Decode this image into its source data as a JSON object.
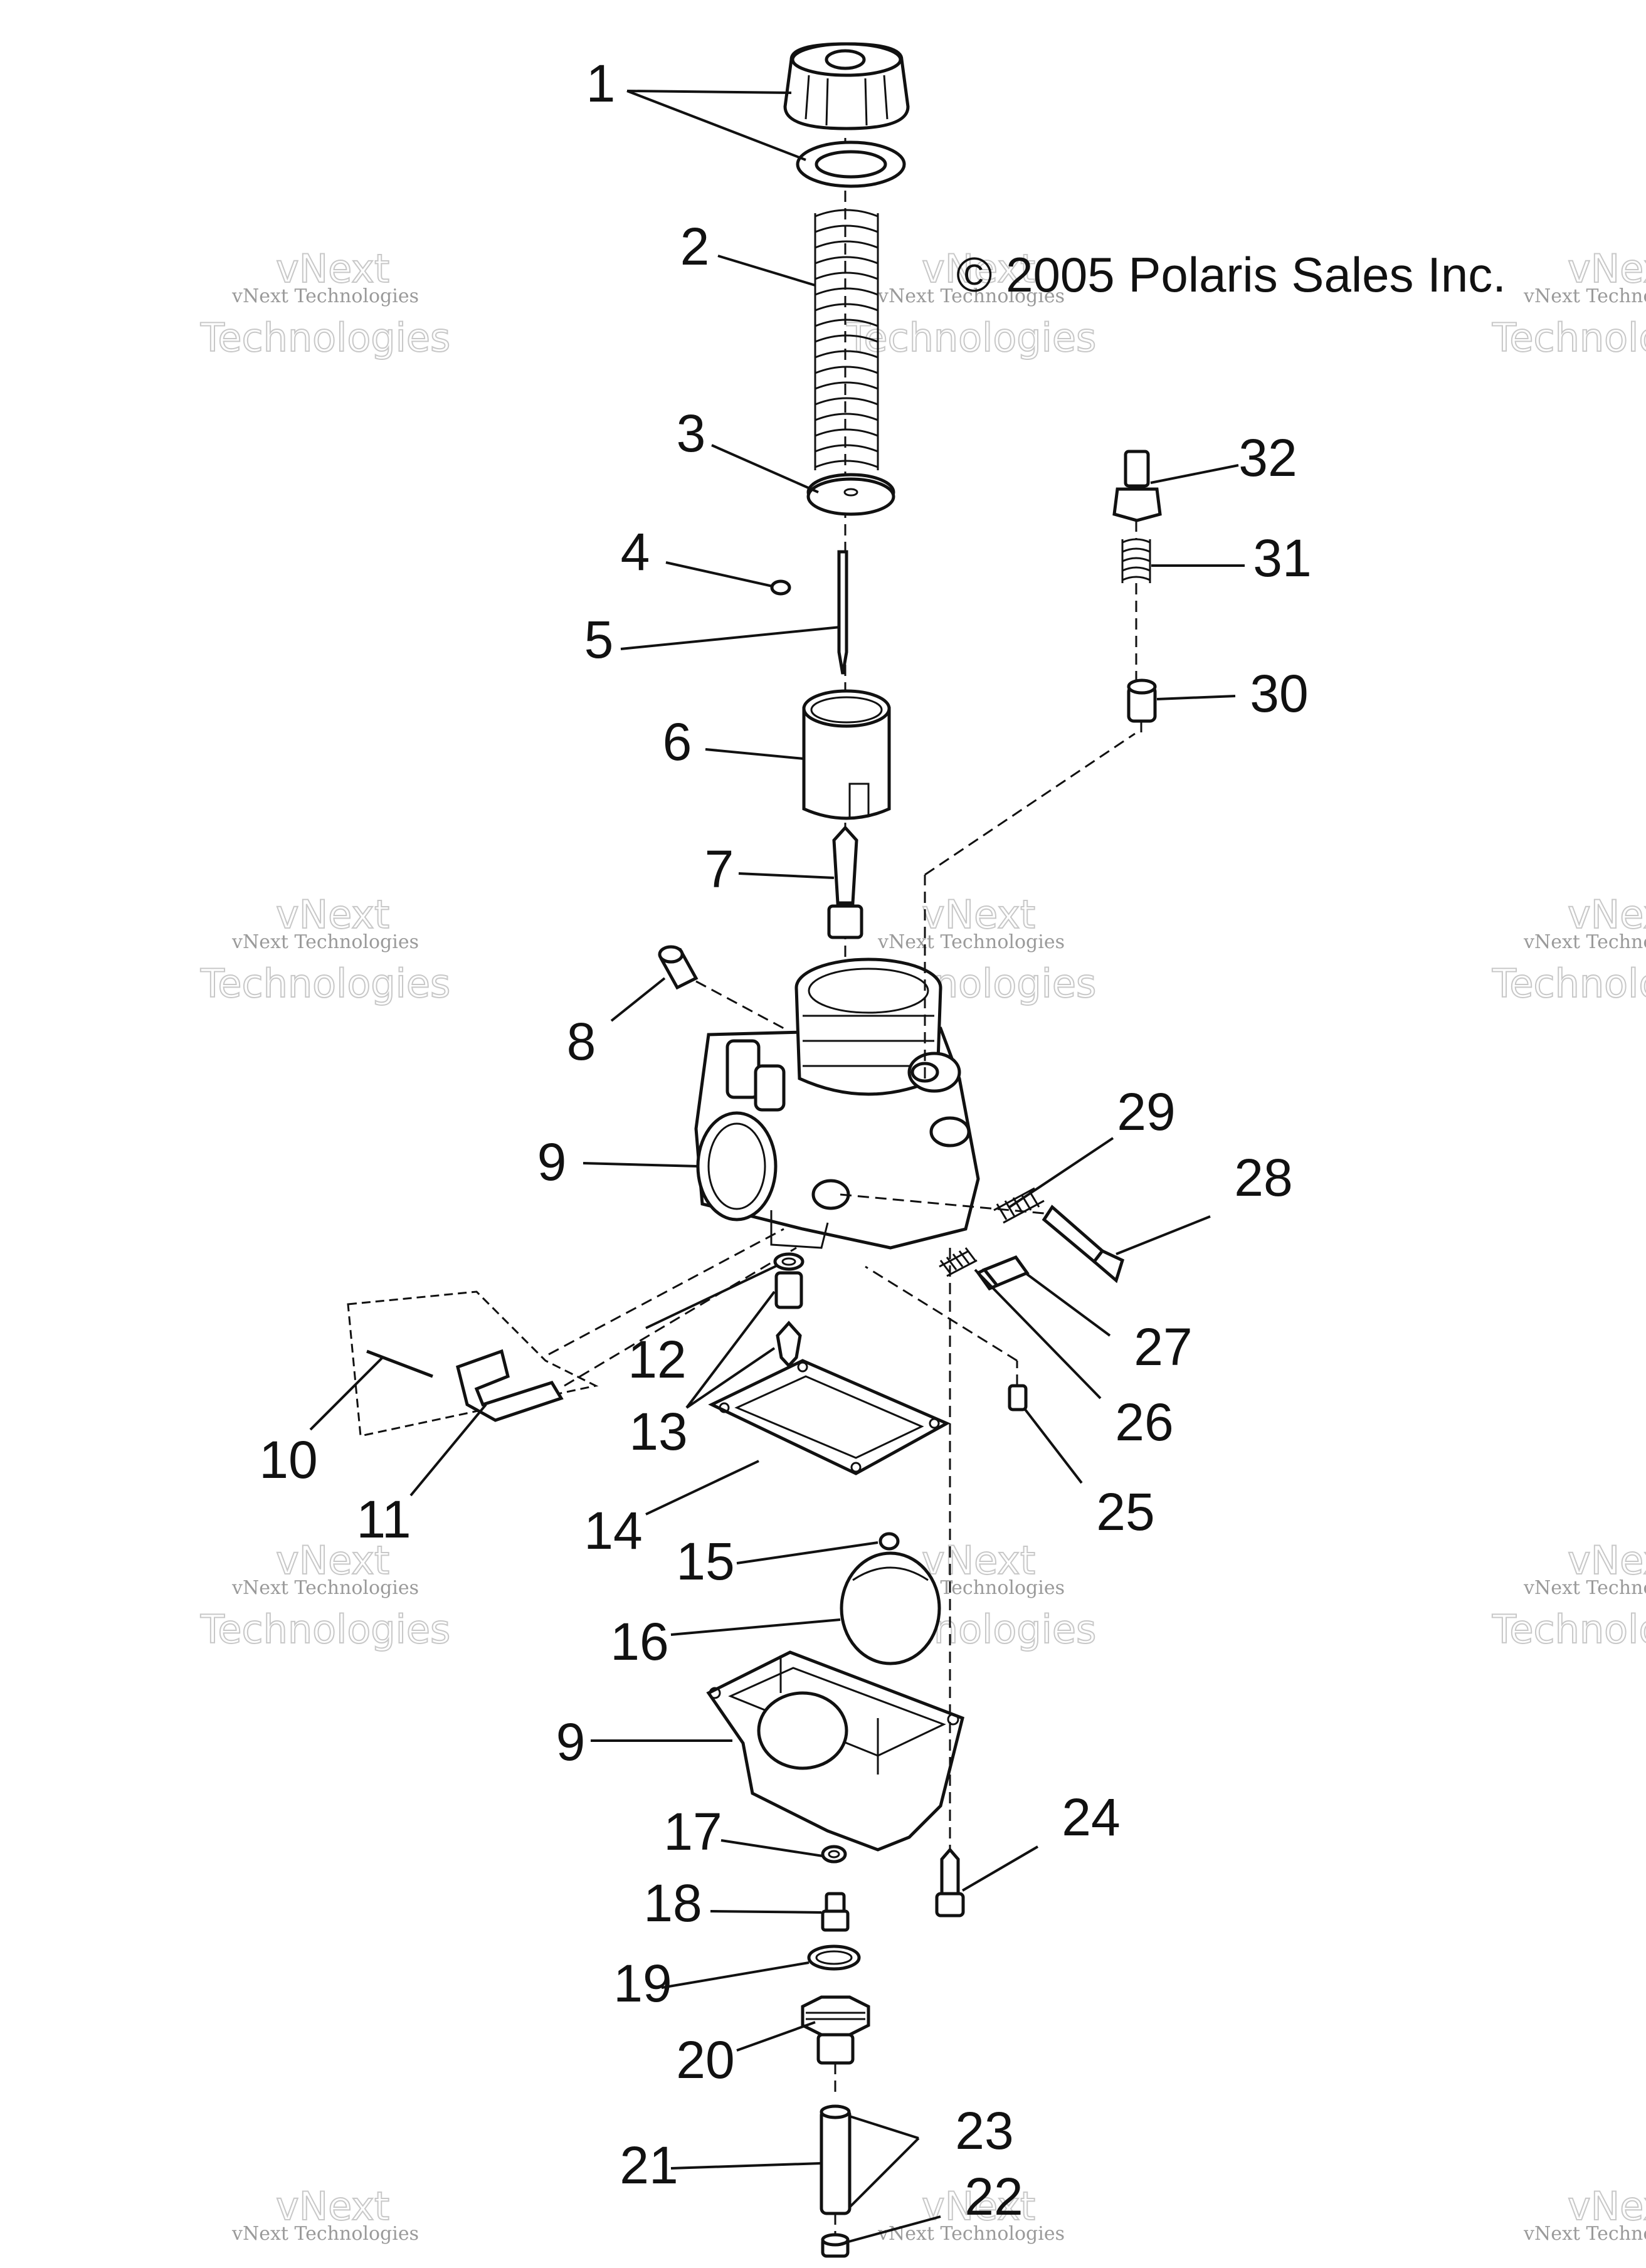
{
  "copyright": "© 2005 Polaris Sales Inc.",
  "watermark": {
    "line1": "vNext Technologies",
    "line2": "vNext",
    "line3": "Technologies"
  },
  "callouts": [
    "1",
    "2",
    "3",
    "4",
    "5",
    "6",
    "7",
    "8",
    "9",
    "9",
    "10",
    "11",
    "12",
    "13",
    "14",
    "15",
    "16",
    "17",
    "18",
    "19",
    "20",
    "21",
    "22",
    "23",
    "24",
    "25",
    "26",
    "27",
    "28",
    "29",
    "30",
    "31",
    "32"
  ]
}
